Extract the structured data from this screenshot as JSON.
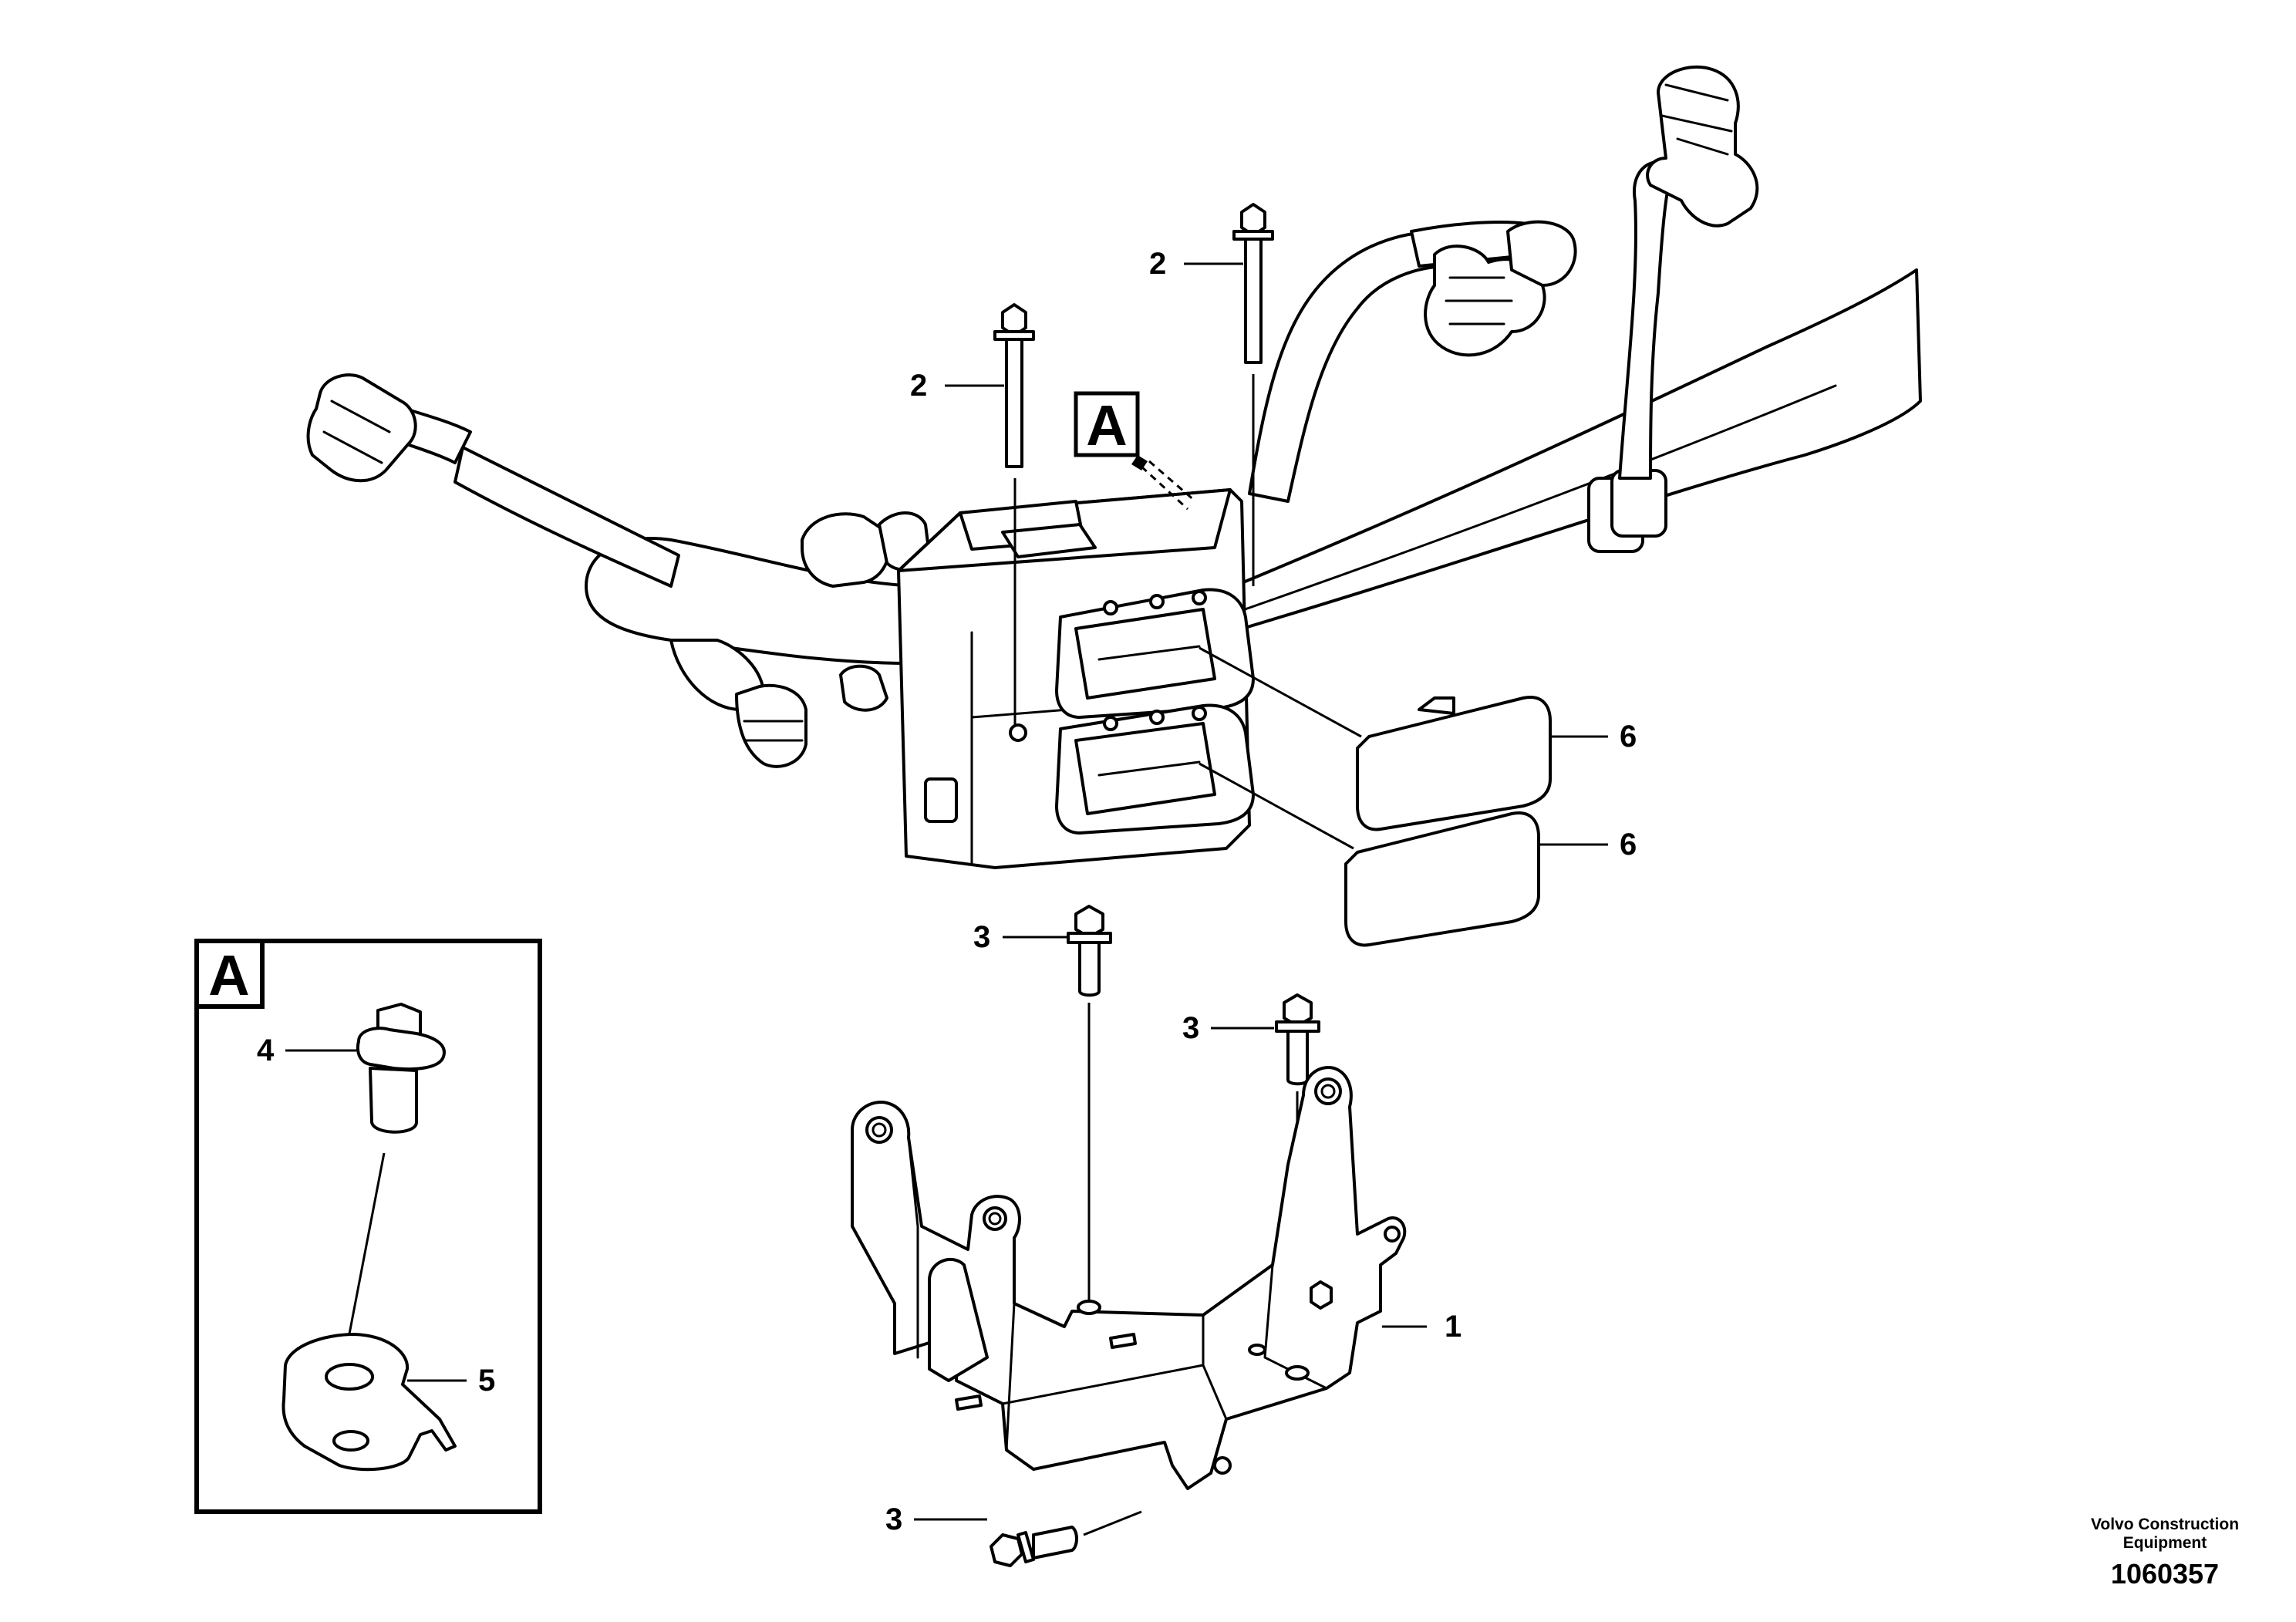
{
  "diagram": {
    "detail_marker": "A",
    "inset_label": "A",
    "callouts": {
      "bracket": "1",
      "long_screw_left": "2",
      "long_screw_right": "2",
      "screw_upper_left": "3",
      "screw_upper_right": "3",
      "screw_bottom": "3",
      "flange_screw": "4",
      "clip_plate": "5",
      "cover_upper": "6",
      "cover_lower": "6"
    },
    "credit_line1": "Volvo Construction",
    "credit_line2": "Equipment",
    "document_number": "1060357"
  }
}
